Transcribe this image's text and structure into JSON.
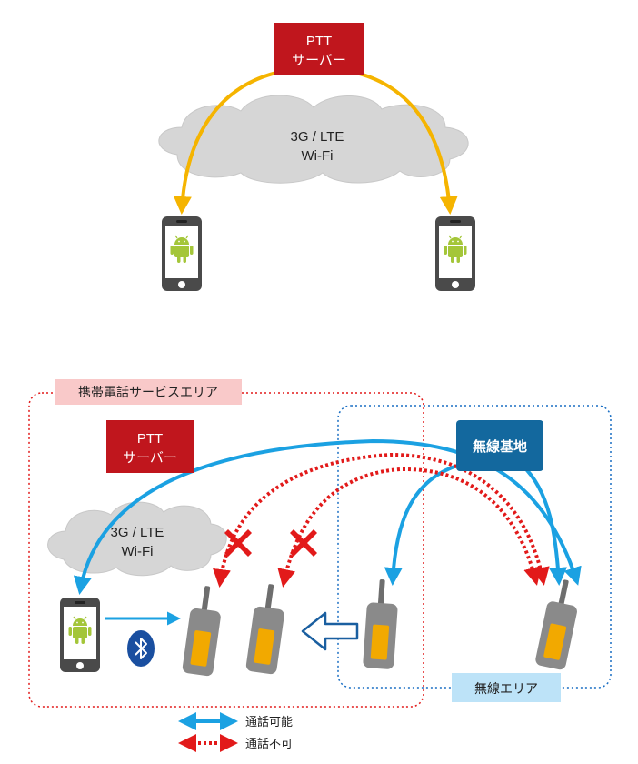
{
  "top": {
    "server_line1": "PTT",
    "server_line2": "サーバー",
    "cloud_line1": "3G / LTE",
    "cloud_line2": "Wi-Fi"
  },
  "bottom": {
    "carrier_area_label": "携帯電話サービスエリア",
    "server_line1": "PTT",
    "server_line2": "サーバー",
    "cloud_line1": "3G / LTE",
    "cloud_line2": "Wi-Fi",
    "base_station_label": "無線基地",
    "radio_area_label": "無線エリア"
  },
  "legend": {
    "possible_label": "通話可能",
    "impossible_label": "通話不可"
  },
  "colors": {
    "server_red": "#c0161d",
    "base_blue": "#13689e",
    "arrow_blue": "#1ba1e2",
    "arrow_orange": "#f5b400",
    "arrow_red": "#e21a1a",
    "cloud_gray": "#d6d6d6",
    "android_green": "#a4c639",
    "phone_dark": "#4a4a4a",
    "radio_orange": "#f2a900",
    "radio_gray": "#7f7f7f",
    "area_label_pink": "#f9c9c9",
    "radio_area_blue": "#bde3f8"
  },
  "icons": [
    "smartphone-android-icon",
    "radio-transceiver-icon",
    "bluetooth-icon",
    "cross-icon",
    "cloud-icon"
  ]
}
